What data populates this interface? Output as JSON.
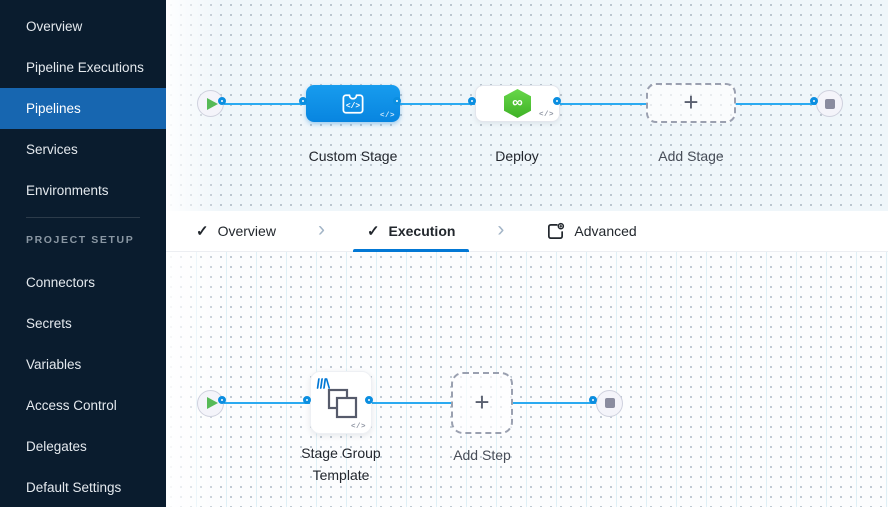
{
  "sidebar": {
    "items": [
      {
        "label": "Overview",
        "active": false
      },
      {
        "label": "Pipeline Executions",
        "active": false
      },
      {
        "label": "Pipelines",
        "active": true
      },
      {
        "label": "Services",
        "active": false
      },
      {
        "label": "Environments",
        "active": false
      }
    ],
    "section_label": "PROJECT SETUP",
    "setup_items": [
      {
        "label": "Connectors"
      },
      {
        "label": "Secrets"
      },
      {
        "label": "Variables"
      },
      {
        "label": "Access Control"
      },
      {
        "label": "Delegates"
      },
      {
        "label": "Default Settings"
      }
    ]
  },
  "tabs": {
    "items": [
      {
        "label": "Overview",
        "state": "completed"
      },
      {
        "label": "Execution",
        "state": "active"
      },
      {
        "label": "Advanced",
        "state": "default"
      }
    ]
  },
  "pipeline": {
    "stages": [
      {
        "label": "Custom Stage",
        "type": "custom-stage",
        "code_badge": "</>"
      },
      {
        "label": "Deploy",
        "type": "deploy-stage",
        "code_badge": "</>"
      },
      {
        "label": "Add Stage",
        "type": "add-stage"
      }
    ]
  },
  "execution": {
    "steps": [
      {
        "label": "Stage Group Template",
        "type": "stage-group-template",
        "code_badge": "</>"
      },
      {
        "label": "Add Step",
        "type": "add-step"
      }
    ]
  },
  "icons": {
    "check": "✓",
    "chevron": "›",
    "plus": "+",
    "cd_symbol": "∞"
  },
  "colors": {
    "accent_blue": "#0278d5",
    "node_blue": "#0b8fe2",
    "connector_blue": "#2aaaf1",
    "success_green": "#57ba57",
    "deploy_green": "#4fc437",
    "sidebar_bg": "#0a1c2e",
    "sidebar_active": "#1766b0"
  }
}
